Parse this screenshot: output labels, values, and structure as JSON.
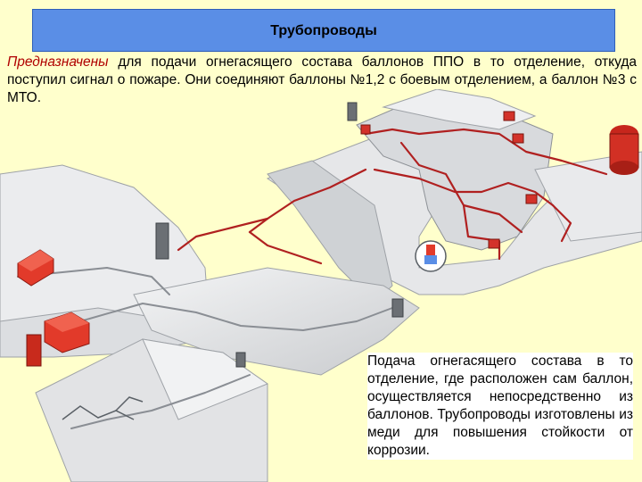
{
  "header": {
    "title": "Трубопроводы"
  },
  "intro": {
    "lead": "Предназначены",
    "text": " для подачи огнегасящего состава баллонов ППО в то отделение, откуда поступил сигнал о пожаре. Они  соединяют баллоны №1,2 с  боевым отделением,  а баллон №3 с МТО."
  },
  "caption": {
    "text": "Подача огнегасящего состава в то отделение, где расположен сам баллон, осуществляется непосредственно из баллонов. Трубопроводы изготовлены из меди для повышения стойкости от коррозии."
  },
  "colors": {
    "background": "#ffffcc",
    "title_bar": "#5a8ee6",
    "pipe": "#b02020",
    "hull": "#e2e3e5",
    "equipment": "#e23a2a"
  }
}
